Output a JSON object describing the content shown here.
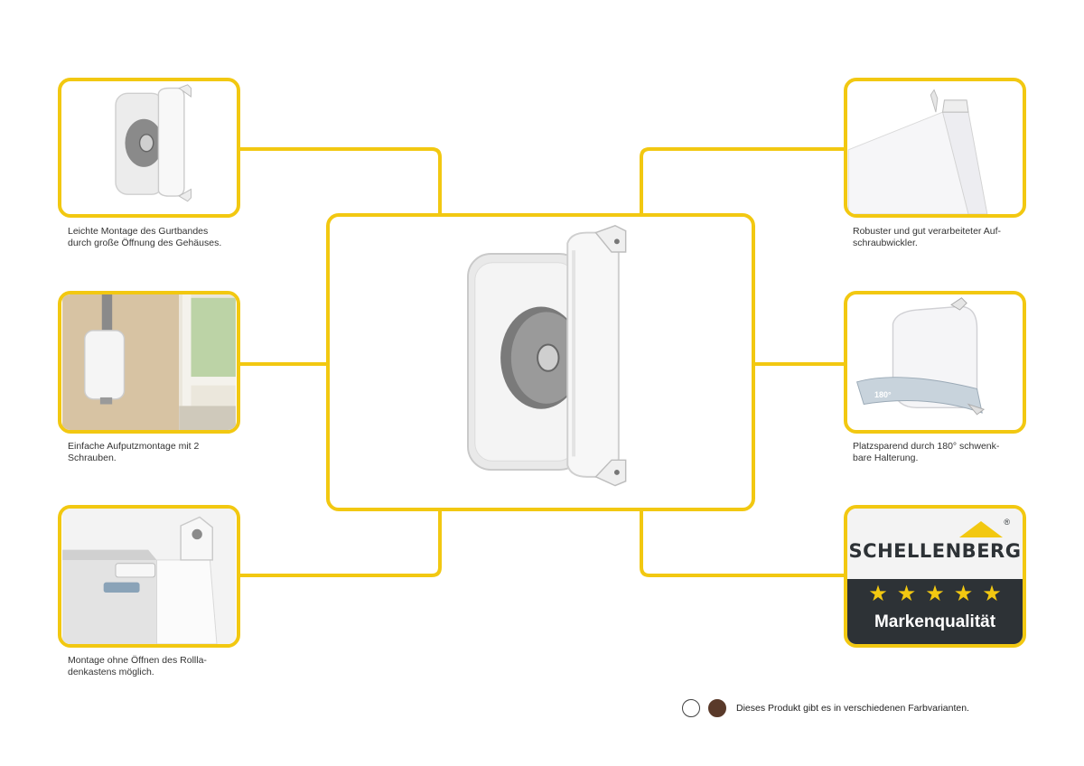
{
  "colors": {
    "accent": "#f2c811",
    "brand_dark": "#2d3236",
    "swatch_white": "#ffffff",
    "swatch_brown": "#5a3a2a"
  },
  "features": [
    {
      "lines": [
        "Leichte Montage des Gurtbandes",
        "durch große Öffnung des Gehäuses."
      ]
    },
    {
      "lines": [
        "Einfache Aufputzmontage mit 2",
        "Schrauben."
      ]
    },
    {
      "lines": [
        "Montage ohne Öffnen des Rollla-",
        "denkastens möglich."
      ]
    },
    {
      "lines": [
        "Robuster und gut verarbeiteter Auf-",
        "schraubwickler."
      ]
    },
    {
      "lines": [
        "Platzsparend durch 180° schwenk-",
        "bare Halterung."
      ],
      "badge": "180°"
    }
  ],
  "brand": {
    "name": "SCHELLENBERG",
    "registered": "®",
    "stars": "★★★★★",
    "quality": "Markenqualität"
  },
  "footer": {
    "text": "Dieses Produkt gibt es in verschiedenen Farbvarianten."
  }
}
